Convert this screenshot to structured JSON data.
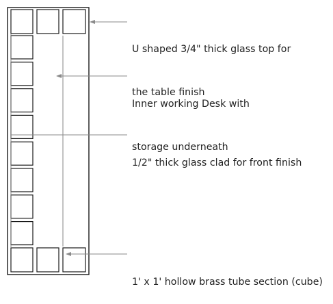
{
  "annotations": [
    {
      "id": "glass-top",
      "lines": [
        "U shaped 3/4\" thick glass top for",
        "the table finish"
      ]
    },
    {
      "id": "inner-desk",
      "lines": [
        "Inner working Desk with",
        "storage underneath"
      ]
    },
    {
      "id": "glass-clad",
      "lines": [
        "1/2\" thick glass clad for front finish"
      ]
    },
    {
      "id": "brass-tube",
      "lines": [
        "1' x 1' hollow brass tube section (cube)"
      ]
    }
  ]
}
